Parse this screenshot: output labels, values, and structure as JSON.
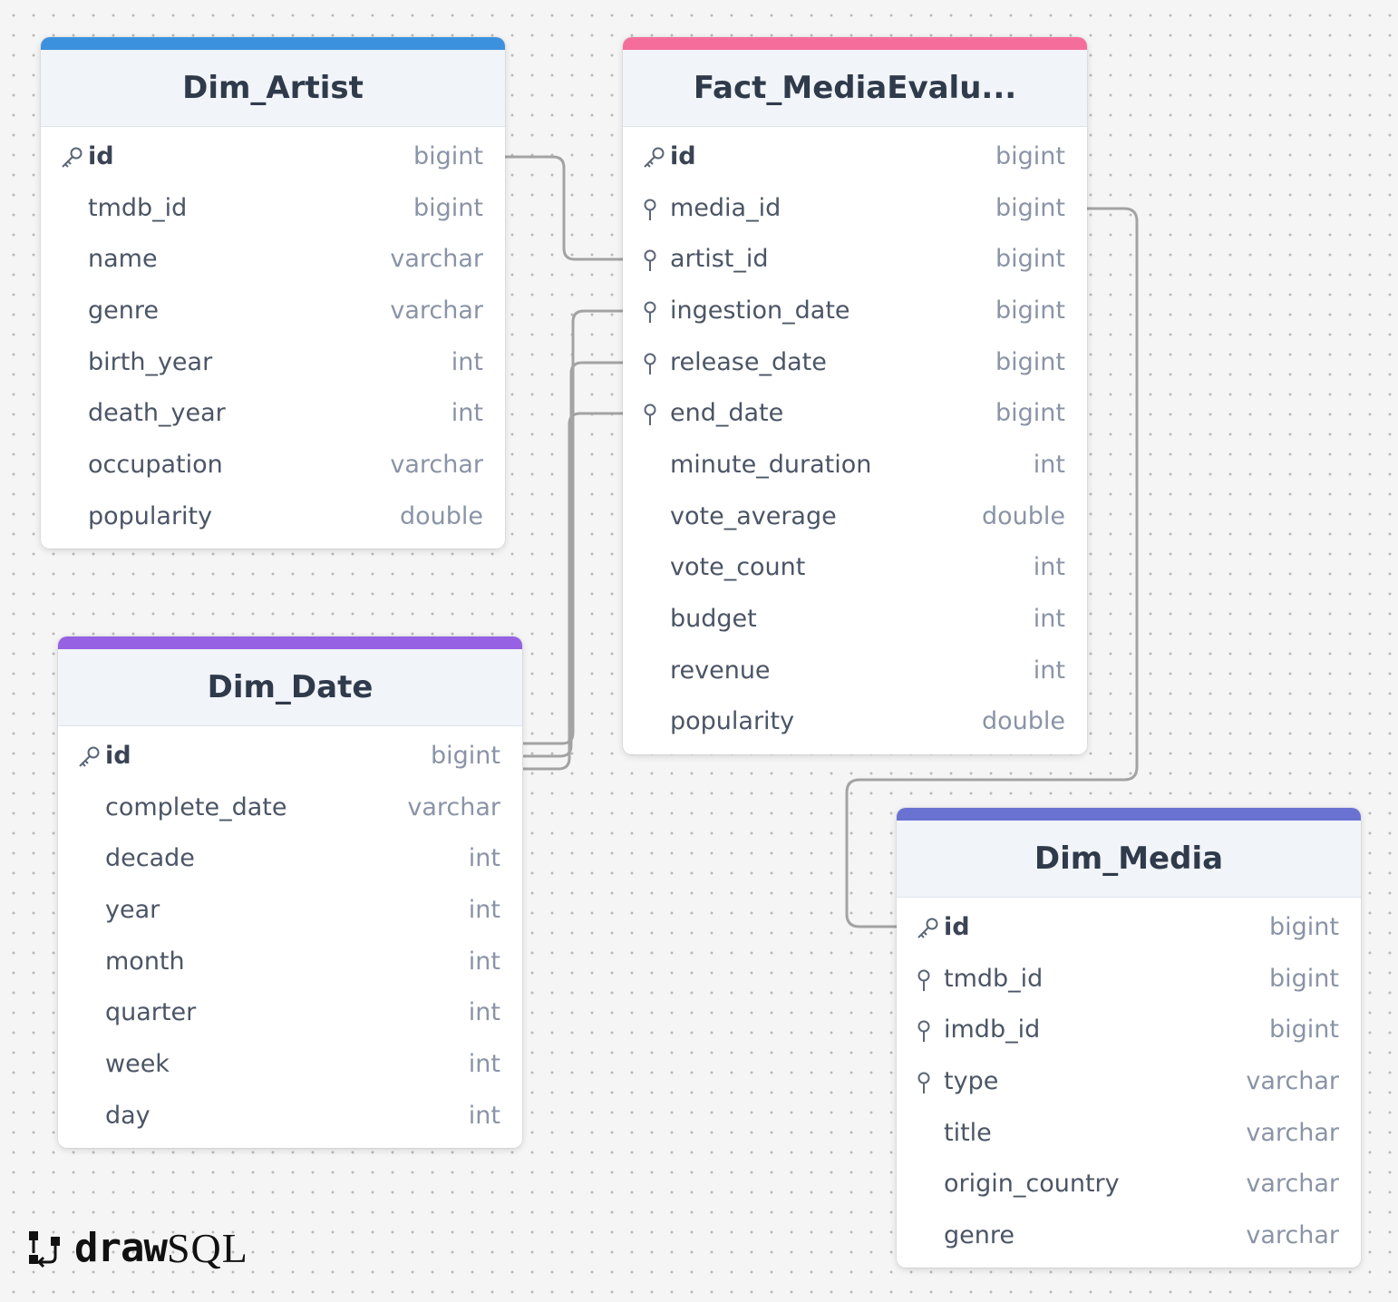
{
  "colors": {
    "dim_artist": "#3b91de",
    "fact": "#f56e9b",
    "dim_date": "#9761e3",
    "dim_media": "#6a72d1",
    "connector": "#a3a3a3"
  },
  "tables": {
    "dim_artist": {
      "title": "Dim_Artist",
      "rows": [
        {
          "name": "id",
          "type": "bigint",
          "icon": "key-icon"
        },
        {
          "name": "tmdb_id",
          "type": "bigint"
        },
        {
          "name": "name",
          "type": "varchar"
        },
        {
          "name": "genre",
          "type": "varchar"
        },
        {
          "name": "birth_year",
          "type": "int"
        },
        {
          "name": "death_year",
          "type": "int"
        },
        {
          "name": "occupation",
          "type": "varchar"
        },
        {
          "name": "popularity",
          "type": "double"
        }
      ]
    },
    "fact": {
      "title": "Fact_MediaEvalu...",
      "rows": [
        {
          "name": "id",
          "type": "bigint",
          "icon": "key-icon"
        },
        {
          "name": "media_id",
          "type": "bigint",
          "icon": "foreign-key-icon"
        },
        {
          "name": "artist_id",
          "type": "bigint",
          "icon": "foreign-key-icon"
        },
        {
          "name": "ingestion_date",
          "type": "bigint",
          "icon": "foreign-key-icon"
        },
        {
          "name": "release_date",
          "type": "bigint",
          "icon": "foreign-key-icon"
        },
        {
          "name": "end_date",
          "type": "bigint",
          "icon": "foreign-key-icon"
        },
        {
          "name": "minute_duration",
          "type": "int"
        },
        {
          "name": "vote_average",
          "type": "double"
        },
        {
          "name": "vote_count",
          "type": "int"
        },
        {
          "name": "budget",
          "type": "int"
        },
        {
          "name": "revenue",
          "type": "int"
        },
        {
          "name": "popularity",
          "type": "double"
        }
      ]
    },
    "dim_date": {
      "title": "Dim_Date",
      "rows": [
        {
          "name": "id",
          "type": "bigint",
          "icon": "key-icon"
        },
        {
          "name": "complete_date",
          "type": "varchar"
        },
        {
          "name": "decade",
          "type": "int"
        },
        {
          "name": "year",
          "type": "int"
        },
        {
          "name": "month",
          "type": "int"
        },
        {
          "name": "quarter",
          "type": "int"
        },
        {
          "name": "week",
          "type": "int"
        },
        {
          "name": "day",
          "type": "int"
        }
      ]
    },
    "dim_media": {
      "title": "Dim_Media",
      "rows": [
        {
          "name": "id",
          "type": "bigint",
          "icon": "key-icon"
        },
        {
          "name": "tmdb_id",
          "type": "bigint",
          "icon": "foreign-key-icon"
        },
        {
          "name": "imdb_id",
          "type": "bigint",
          "icon": "foreign-key-icon"
        },
        {
          "name": "type",
          "type": "varchar",
          "icon": "foreign-key-icon"
        },
        {
          "name": "title",
          "type": "varchar"
        },
        {
          "name": "origin_country",
          "type": "varchar"
        },
        {
          "name": "genre",
          "type": "varchar"
        }
      ]
    }
  },
  "logo": {
    "part1": "draw",
    "part2": "SQL",
    "icon": "drawsql-logo-icon"
  }
}
